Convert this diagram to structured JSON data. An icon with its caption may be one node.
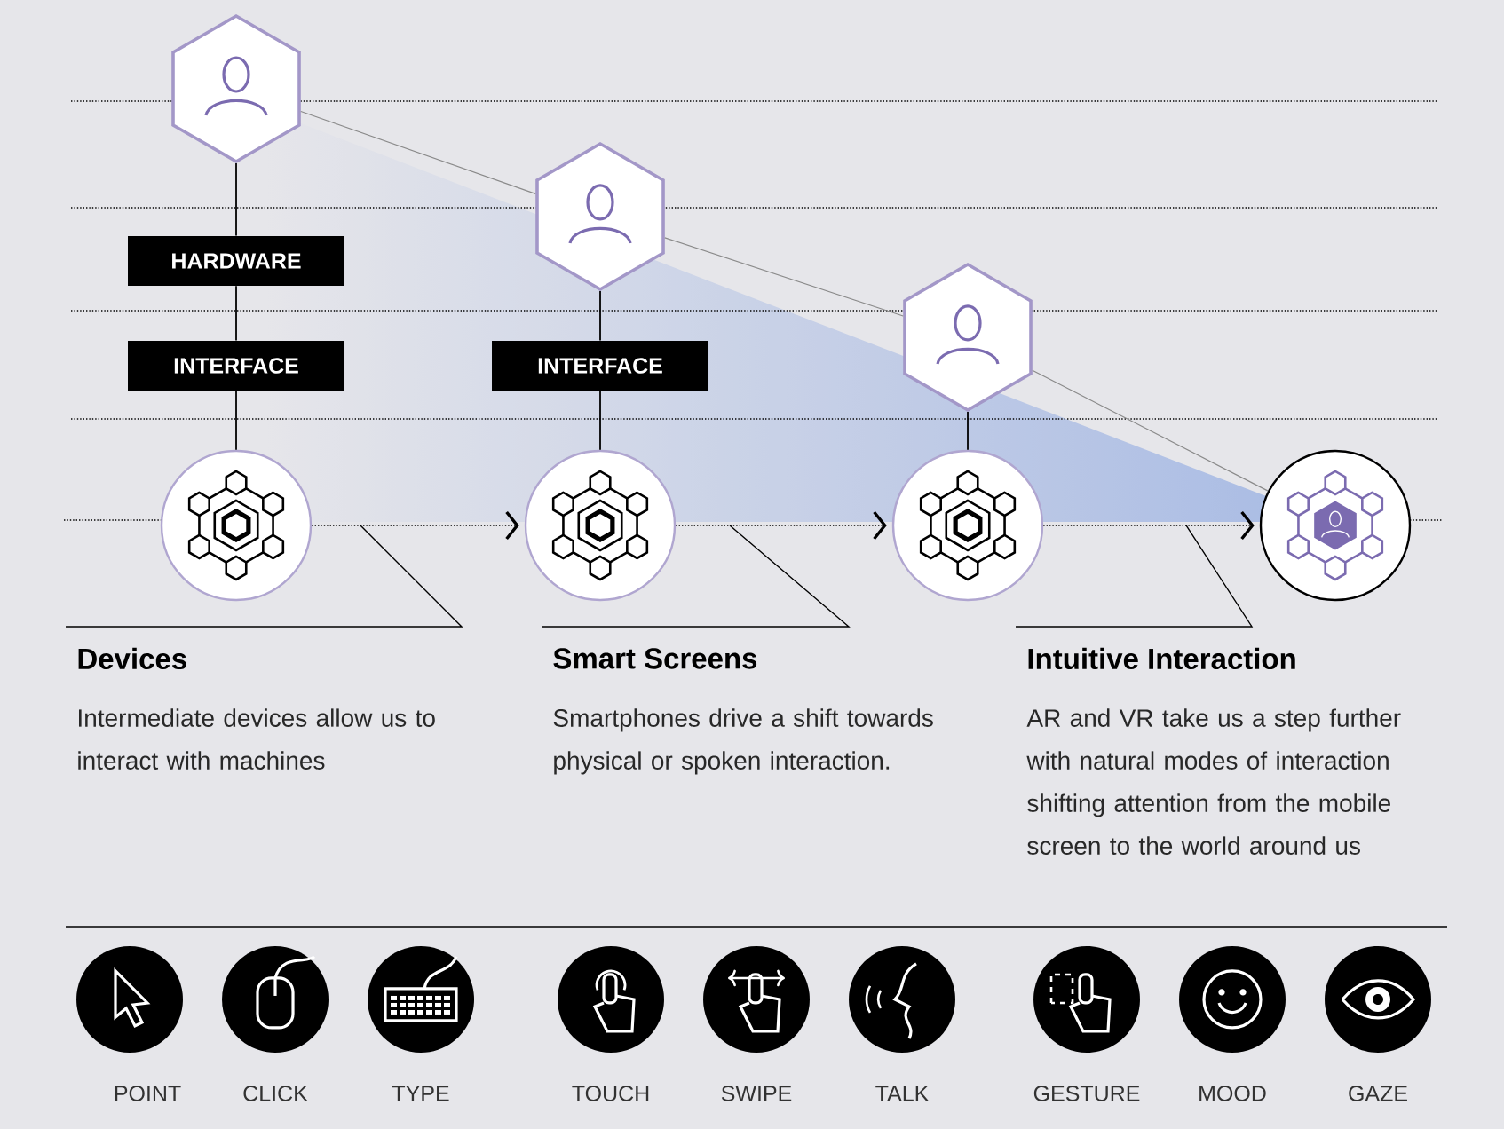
{
  "diagram": {
    "nodes": [
      {
        "text": [],
        "shape": "hexagon"
      },
      {
        "text": [
          "HARDWARE"
        ]
      },
      {
        "text": [
          "INTERFACE"
        ]
      },
      {
        "text": [],
        "shape": "circle"
      },
      {
        "text": [],
        "shape": "hexagon"
      },
      {
        "text": [
          "INTERFACE"
        ]
      },
      {
        "text": [],
        "shape": "circle"
      },
      {
        "text": [],
        "shape": "hexagon"
      },
      {
        "text": [],
        "shape": "circle"
      },
      {
        "text": [],
        "shape": "circle"
      }
    ],
    "edges": [
      {
        "from": 0,
        "to": 1,
        "arrow": "none"
      },
      {
        "from": 1,
        "to": 2,
        "arrow": "none"
      },
      {
        "from": 2,
        "to": 3,
        "arrow": "none"
      },
      {
        "from": 4,
        "to": 5,
        "arrow": "none"
      },
      {
        "from": 5,
        "to": 6,
        "arrow": "none"
      },
      {
        "from": 7,
        "to": 8,
        "arrow": "none"
      },
      {
        "from": 3,
        "to": 6,
        "arrow": "to",
        "style": "dashed"
      },
      {
        "from": 6,
        "to": 8,
        "arrow": "to",
        "style": "dashed"
      },
      {
        "from": 8,
        "to": 9,
        "arrow": "to",
        "style": "dashed"
      },
      {
        "from": 0,
        "to": 4,
        "arrow": "none",
        "color": "#8a8a8a"
      },
      {
        "from": 4,
        "to": 7,
        "arrow": "none",
        "color": "#8a8a8a"
      },
      {
        "from": 7,
        "to": 9,
        "arrow": "none",
        "color": "#8a8a8a"
      }
    ],
    "labels": [
      "Devices",
      "Intermediate devices allow us to interact with machines",
      "Smart Screens",
      "Smartphones drive a shift towards physical or spoken interaction.",
      "Intuitive Interaction",
      "AR and VR take us a step further with natural modes of interaction shifting attention from the mobile screen to the world around us",
      "POINT",
      "CLICK",
      "TYPE",
      "TOUCH",
      "SWIPE",
      "TALK",
      "GESTURE",
      "MOOD",
      "GAZE"
    ]
  }
}
